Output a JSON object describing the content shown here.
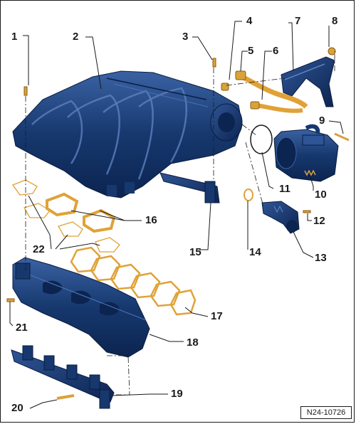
{
  "figure_id": "N24-10726",
  "colors": {
    "part_blue": "#16386e",
    "part_blue_dark": "#0c2450",
    "part_blue_light": "#3a62a3",
    "gasket": "#e0a237",
    "bolt": "#d9a23a",
    "line": "#1a1a1a",
    "frame": "#1a1a1a"
  },
  "callouts": [
    {
      "id": "c1",
      "text": "1"
    },
    {
      "id": "c2",
      "text": "2"
    },
    {
      "id": "c3",
      "text": "3"
    },
    {
      "id": "c4",
      "text": "4"
    },
    {
      "id": "c5",
      "text": "5"
    },
    {
      "id": "c6",
      "text": "6"
    },
    {
      "id": "c7",
      "text": "7"
    },
    {
      "id": "c8",
      "text": "8"
    },
    {
      "id": "c9",
      "text": "9"
    },
    {
      "id": "c10",
      "text": "10"
    },
    {
      "id": "c11",
      "text": "11"
    },
    {
      "id": "c12",
      "text": "12"
    },
    {
      "id": "c13",
      "text": "13"
    },
    {
      "id": "c14",
      "text": "14"
    },
    {
      "id": "c15",
      "text": "15"
    },
    {
      "id": "c16",
      "text": "16"
    },
    {
      "id": "c17",
      "text": "17"
    },
    {
      "id": "c18",
      "text": "18"
    },
    {
      "id": "c19",
      "text": "19"
    },
    {
      "id": "c20",
      "text": "20"
    },
    {
      "id": "c21",
      "text": "21"
    },
    {
      "id": "c22",
      "text": "22"
    }
  ]
}
